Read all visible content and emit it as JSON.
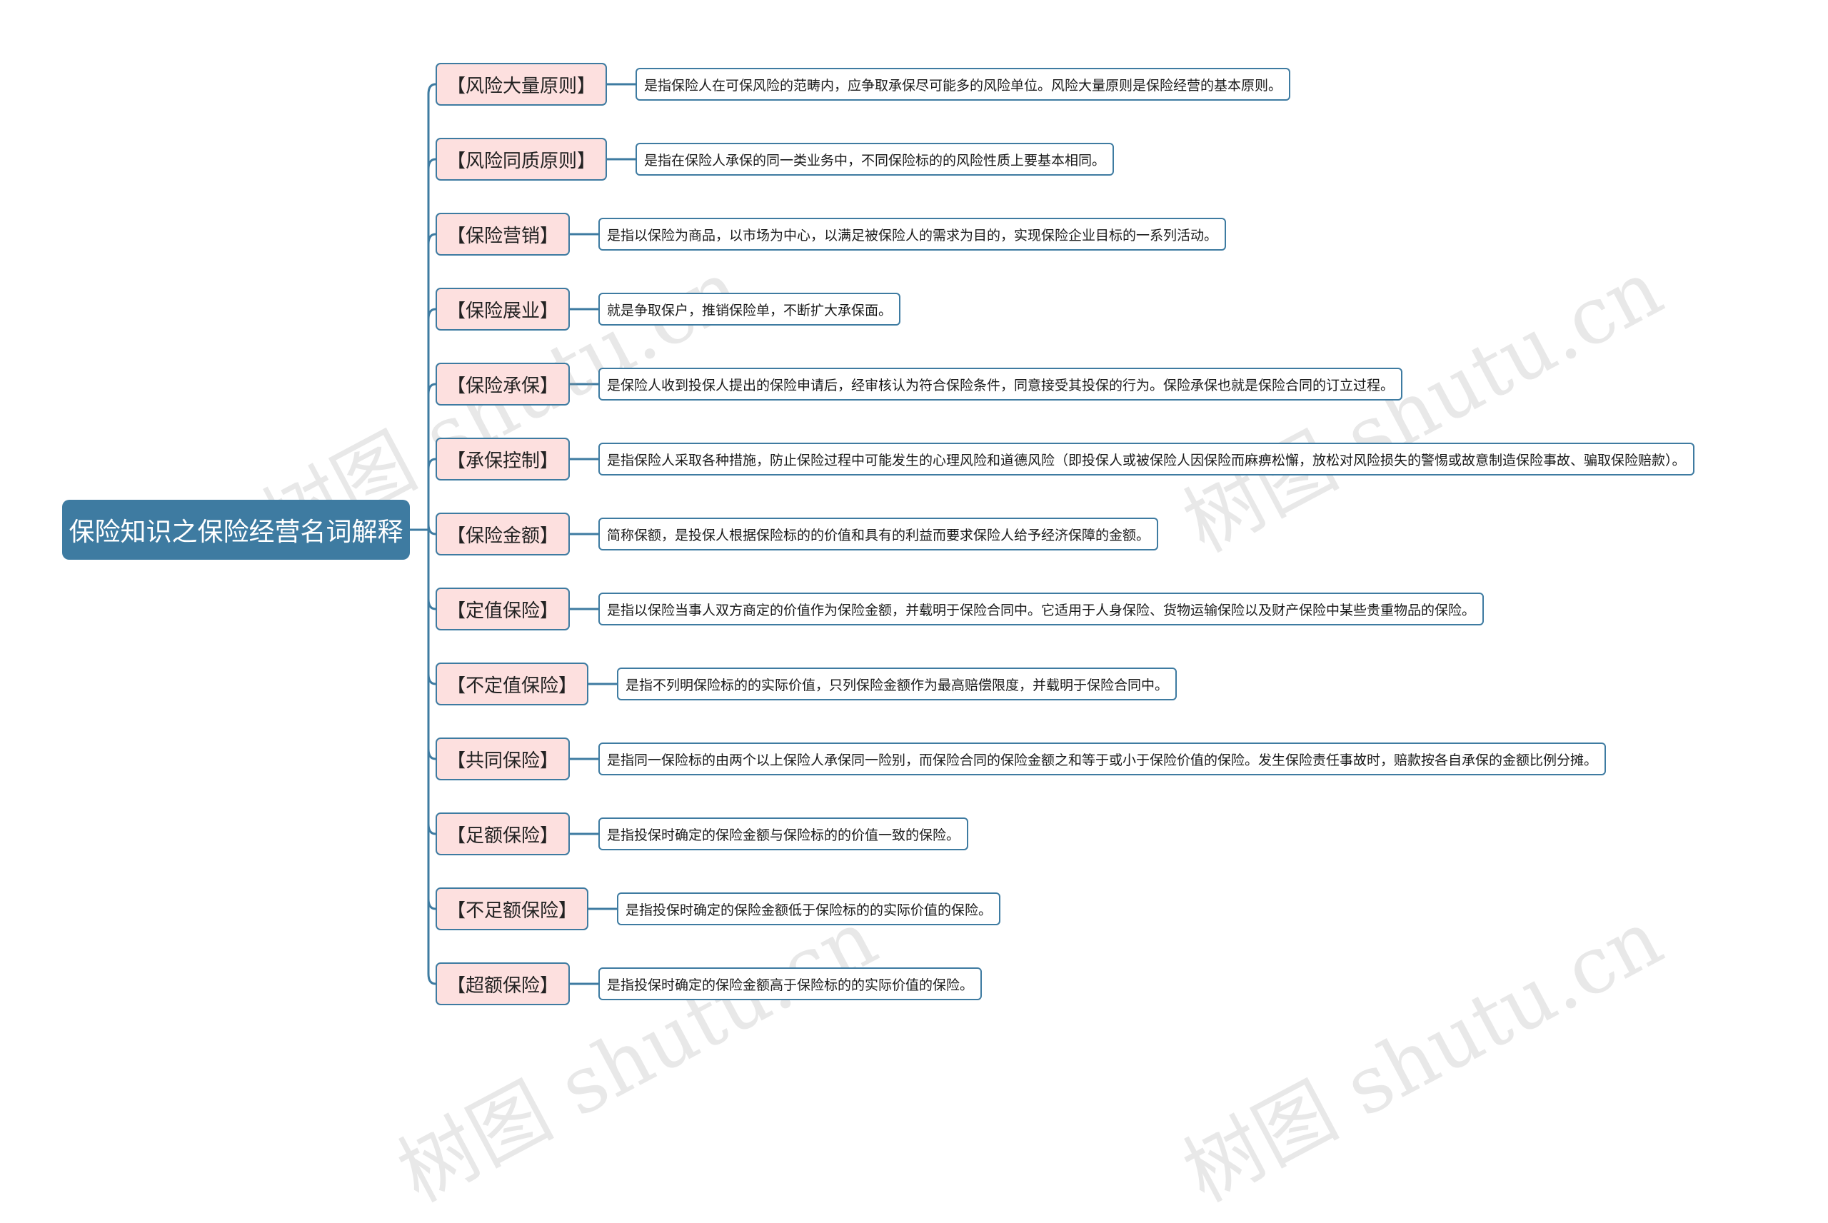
{
  "root": {
    "label": "保险知识之保险经营名词解释"
  },
  "colors": {
    "root_bg": "#3e7ba1",
    "term_bg": "#fde0df",
    "line": "#3e7ba1"
  },
  "watermark": "树图 shutu.cn",
  "nodes": [
    {
      "term": "【风险大量原则】",
      "desc": "是指保险人在可保风险的范畴内，应争取承保尽可能多的风险单位。风险大量原则是保险经营的基本原则。"
    },
    {
      "term": "【风险同质原则】",
      "desc": "是指在保险人承保的同一类业务中，不同保险标的的风险性质上要基本相同。"
    },
    {
      "term": "【保险营销】",
      "desc": "是指以保险为商品，以市场为中心，以满足被保险人的需求为目的，实现保险企业目标的一系列活动。"
    },
    {
      "term": "【保险展业】",
      "desc": "就是争取保户，推销保险单，不断扩大承保面。"
    },
    {
      "term": "【保险承保】",
      "desc": "是保险人收到投保人提出的保险申请后，经审核认为符合保险条件，同意接受其投保的行为。保险承保也就是保险合同的订立过程。"
    },
    {
      "term": "【承保控制】",
      "desc": "是指保险人采取各种措施，防止保险过程中可能发生的心理风险和道德风险（即投保人或被保险人因保险而麻痹松懈，放松对风险损失的警惕或故意制造保险事故、骗取保险赔款）。"
    },
    {
      "term": "【保险金额】",
      "desc": "简称保额，是投保人根据保险标的的价值和具有的利益而要求保险人给予经济保障的金额。"
    },
    {
      "term": "【定值保险】",
      "desc": "是指以保险当事人双方商定的价值作为保险金额，并载明于保险合同中。它适用于人身保险、货物运输保险以及财产保险中某些贵重物品的保险。"
    },
    {
      "term": "【不定值保险】",
      "desc": "是指不列明保险标的的实际价值，只列保险金额作为最高赔偿限度，并载明于保险合同中。"
    },
    {
      "term": "【共同保险】",
      "desc": "是指同一保险标的由两个以上保险人承保同一险别，而保险合同的保险金额之和等于或小于保险价值的保险。发生保险责任事故时，赔款按各自承保的金额比例分摊。"
    },
    {
      "term": "【足额保险】",
      "desc": "是指投保时确定的保险金额与保险标的的价值一致的保险。"
    },
    {
      "term": "【不足额保险】",
      "desc": "是指投保时确定的保险金额低于保险标的的实际价值的保险。"
    },
    {
      "term": "【超额保险】",
      "desc": "是指投保时确定的保险金额高于保险标的的实际价值的保险。"
    }
  ]
}
